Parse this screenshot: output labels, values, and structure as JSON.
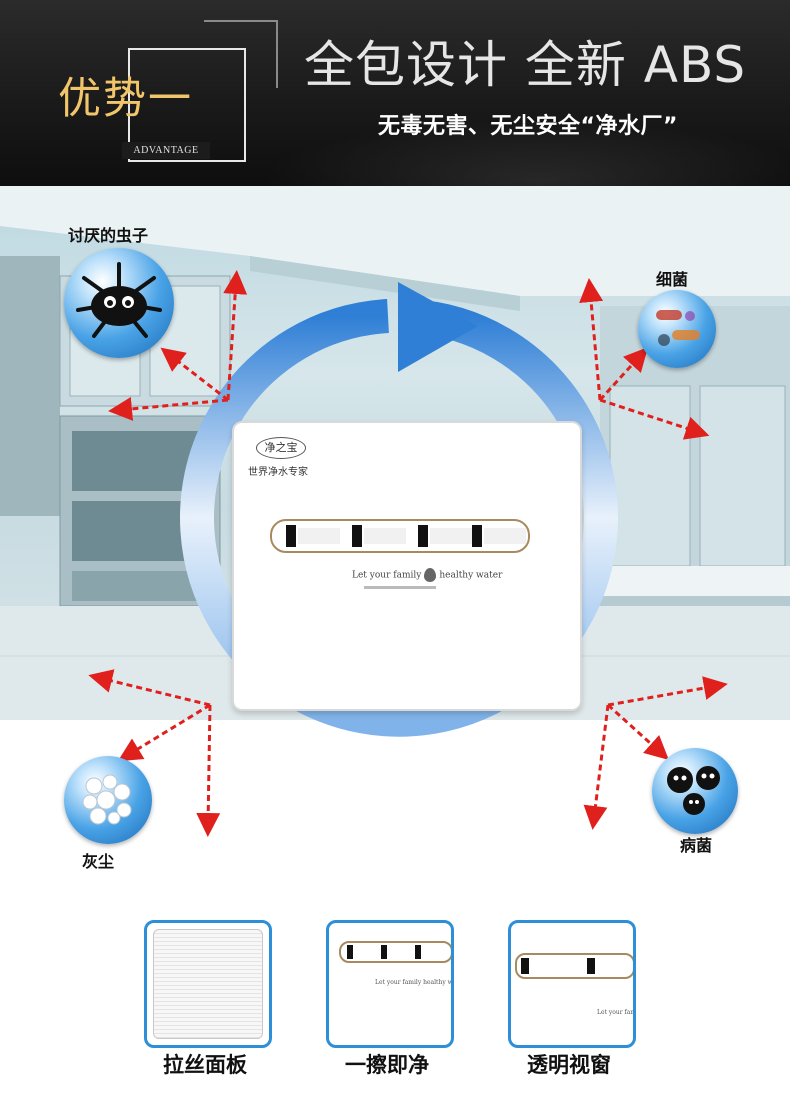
{
  "header": {
    "badge_title": "优势一",
    "badge_subtitle": "ADVANTAGE",
    "title": "全包设计  全新 ABS",
    "subtitle": "无毒无害、无尘安全“净水厂”"
  },
  "product": {
    "logo_text": "净之宝",
    "brand_tagline": "世界净水专家",
    "slogan_left": "Let your family",
    "slogan_right": "healthy water"
  },
  "germs": {
    "bugs": "讨厌的虫子",
    "bacteria": "细菌",
    "dust": "灰尘",
    "virus": "病菌"
  },
  "features": [
    {
      "label": "拉丝面板",
      "icon": "brushed-panel"
    },
    {
      "label": "一擦即净",
      "icon": "wipe-clean"
    },
    {
      "label": "透明视窗",
      "icon": "transparent-window"
    }
  ],
  "colors": {
    "arrow_blue": "#2f7fd6",
    "arrow_red": "#e0201c",
    "badge_gold": "#f1c66a",
    "thumb_border": "#2c8fd8"
  }
}
